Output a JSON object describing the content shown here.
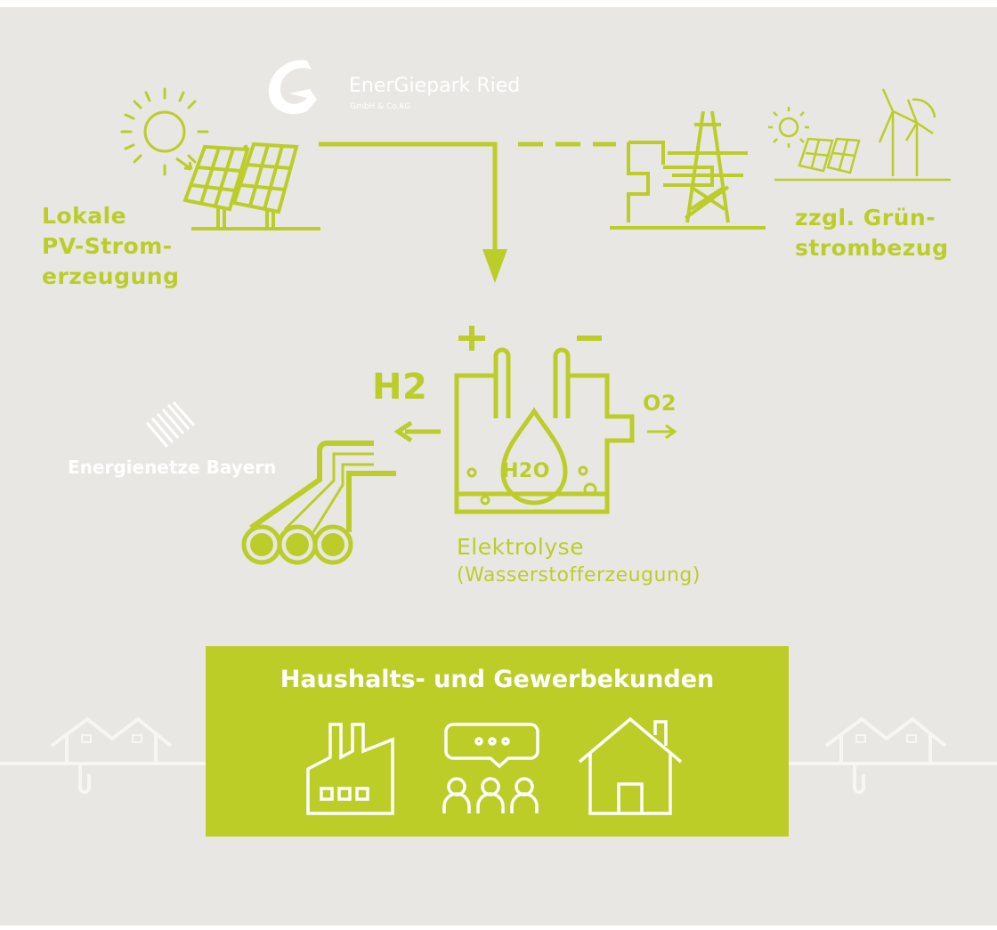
{
  "colors": {
    "background": "#e8e7e3",
    "accent": "#bccd2a",
    "white": "#ffffff"
  },
  "logos": {
    "energiepark": {
      "name": "EnerGiepark Ried",
      "sub": "GmbH & Co.KG"
    },
    "energienetze": {
      "name": "Energienetze Bayern"
    }
  },
  "labels": {
    "pv": "Lokale\nPV-Strom-\nerzeugung",
    "green": "zzgl. Grün-\nstrombezug",
    "h2": "H2",
    "o2": "O2",
    "water": "H2O",
    "plus": "+",
    "minus": "−",
    "electrolysis": "Elektrolyse",
    "electrolysis_sub": "(Wasserstofferzeugung)"
  },
  "customers": {
    "title": "Haushalts- und Gewerbekunden",
    "icons": [
      "factory-icon",
      "people-chat-icon",
      "house-icon"
    ]
  }
}
